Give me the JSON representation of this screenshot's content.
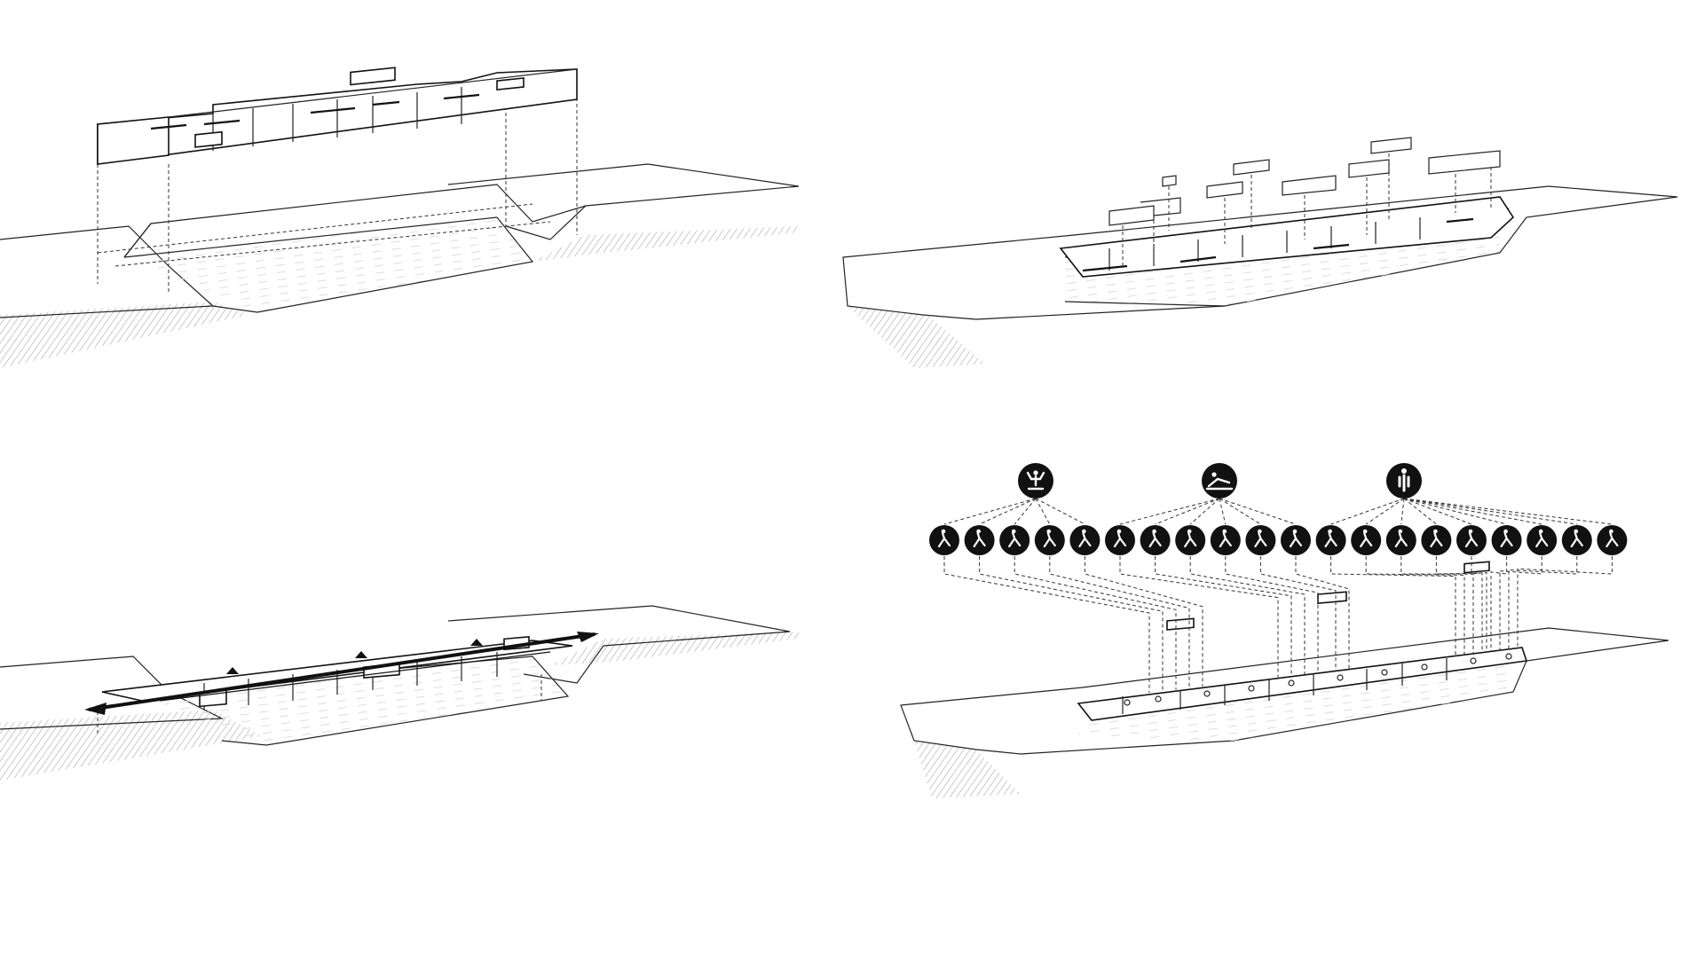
{
  "diagram": {
    "panels": [
      {
        "id": "panel-1-extruded-volume"
      },
      {
        "id": "panel-2-program-boxes"
      },
      {
        "id": "panel-3-circulation"
      },
      {
        "id": "panel-4-activities"
      }
    ],
    "activity_groups": [
      {
        "id": "group-sport",
        "icon": "meditation-person-icon",
        "children": [
          "skater-icon",
          "runner-icon",
          "weightlifter-icon",
          "diver-icon",
          "rower-icon"
        ]
      },
      {
        "id": "group-leisure",
        "icon": "reclining-person-icon",
        "children": [
          "campfire-icon",
          "hiker-icon",
          "cocktail-icon",
          "bottle-icon",
          "bar-stool-icon",
          "wave-icon"
        ]
      },
      {
        "id": "group-culture",
        "icon": "standing-person-icon",
        "children": [
          "painter-icon",
          "gears-icon",
          "hand-icon",
          "lectern-icon",
          "eye-icon",
          "info-person-icon",
          "gallery-icon",
          "measure-icon",
          "leaf-icon"
        ]
      }
    ],
    "colors": {
      "line": "#222222",
      "icon_fill": "#111111",
      "background": "#ffffff"
    }
  }
}
